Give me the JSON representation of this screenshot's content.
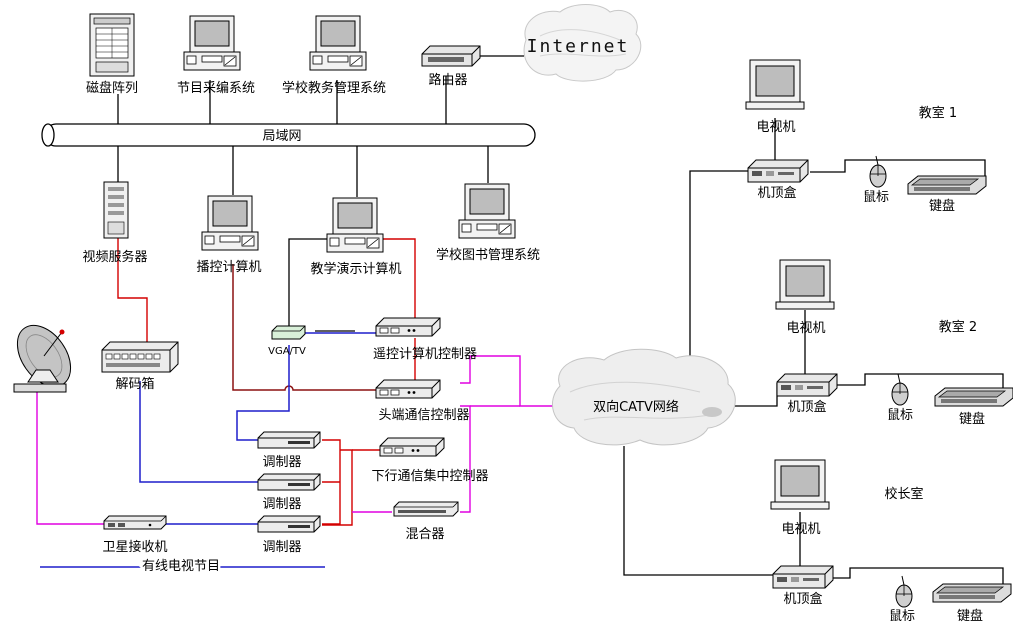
{
  "labels": {
    "disk_array": "磁盘阵列",
    "program_editing": "节目采编系统",
    "academic_system": "学校教务管理系统",
    "router": "路由器",
    "internet": "Internet",
    "lan": "局域网",
    "video_server": "视频服务器",
    "broadcast_pc": "播控计算机",
    "teaching_pc": "教学演示计算机",
    "library_system": "学校图书管理系统",
    "vga_tv": "VGA/TV",
    "remote_controller": "遥控计算机控制器",
    "decoder": "解码箱",
    "headend_controller": "头端通信控制器",
    "downlink_controller": "下行通信集中控制器",
    "modulator": "调制器",
    "satellite_receiver": "卫星接收机",
    "mixer": "混合器",
    "cable_tv": "有线电视节目",
    "catv": "双向CATV网络",
    "tv": "电视机",
    "stb": "机顶盒",
    "mouse": "鼠标",
    "keyboard": "键盘",
    "classroom1": "教室 1",
    "classroom2": "教室 2",
    "principal": "校长室"
  },
  "colors": {
    "data_line": "#000000",
    "video_line": "#d40000",
    "control_line": "#1f1fcc",
    "rf_line": "#e000e0",
    "vga_line": "#8b1010"
  }
}
